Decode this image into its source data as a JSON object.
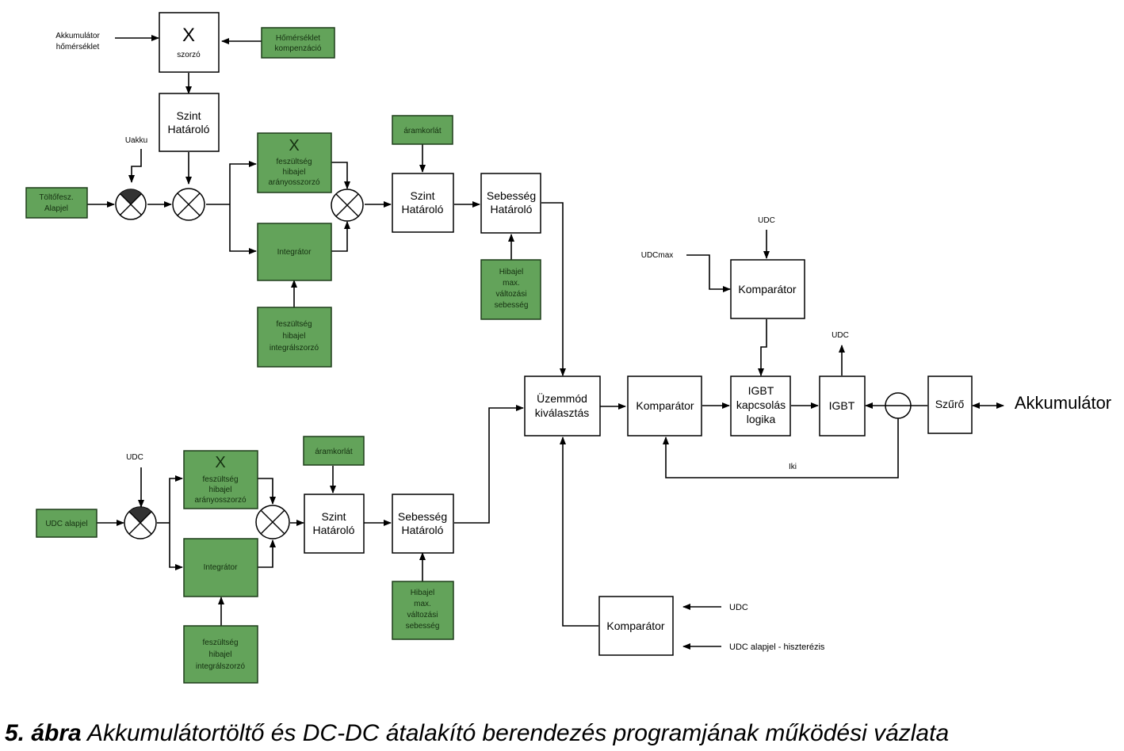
{
  "blocks": {
    "szorzo": {
      "sym": "X",
      "label": "szorzó"
    },
    "homerseklet_komp": [
      "Hőmérséklet",
      "kompenzáció"
    ],
    "akk_homerseklet": [
      "Akkumulátor",
      "hőmérséklet"
    ],
    "szint1": [
      "Szint",
      "Határoló"
    ],
    "uakku": "Uakku",
    "toltofesz": [
      "Töltőfesz.",
      "Alapjel"
    ],
    "x_hibajel1": {
      "sym": "X",
      "lines": [
        "feszültség",
        "hibajel",
        "arányosszorzó"
      ]
    },
    "integrator1": "Integrátor",
    "fesz_integ1": [
      "feszültség",
      "hibajel",
      "integrálszorzó"
    ],
    "aramkorlat1": "áramkorlát",
    "szint2": [
      "Szint",
      "Határoló"
    ],
    "sebesseg1": [
      "Sebesség",
      "Határoló"
    ],
    "hibajel_max1": [
      "Hibajel",
      "max.",
      "változási",
      "sebesség"
    ],
    "udc_top": "UDC",
    "udcmax": "UDCmax",
    "komparator_top": "Komparátor",
    "igbt_logic": [
      "IGBT",
      "kapcsolás",
      "logika"
    ],
    "udc_igbt": "UDC",
    "igbt": "IGBT",
    "szuro": "Szűrő",
    "akkumulator": "Akkumulátor",
    "uzemmod": [
      "Üzemmód",
      "kiválasztás"
    ],
    "komparator_mid": "Komparátor",
    "iki": "Iki",
    "udc_low": "UDC",
    "udc_alapjel": "UDC alapjel",
    "x_hibajel2": {
      "sym": "X",
      "lines": [
        "feszültség",
        "hibajel",
        "arányosszorzó"
      ]
    },
    "integrator2": "Integrátor",
    "fesz_integ2": [
      "feszültség",
      "hibajel",
      "integrálszorzó"
    ],
    "aramkorlat2": "áramkorlát",
    "szint3": [
      "Szint",
      "Határoló"
    ],
    "sebesseg2": [
      "Sebesség",
      "Határoló"
    ],
    "hibajel_max2": [
      "Hibajel",
      "max.",
      "változási",
      "sebesség"
    ],
    "komparator_bot": "Komparátor",
    "udc_bot1": "UDC",
    "udc_bot2": "UDC alapjel - hiszterézis"
  },
  "caption": {
    "number": "5. ábra",
    "text": " Akkumulátortöltő és DC-DC átalakító berendezés programjának működési vázlata"
  },
  "colors": {
    "green_block": "#63a35a",
    "line": "#000000"
  }
}
